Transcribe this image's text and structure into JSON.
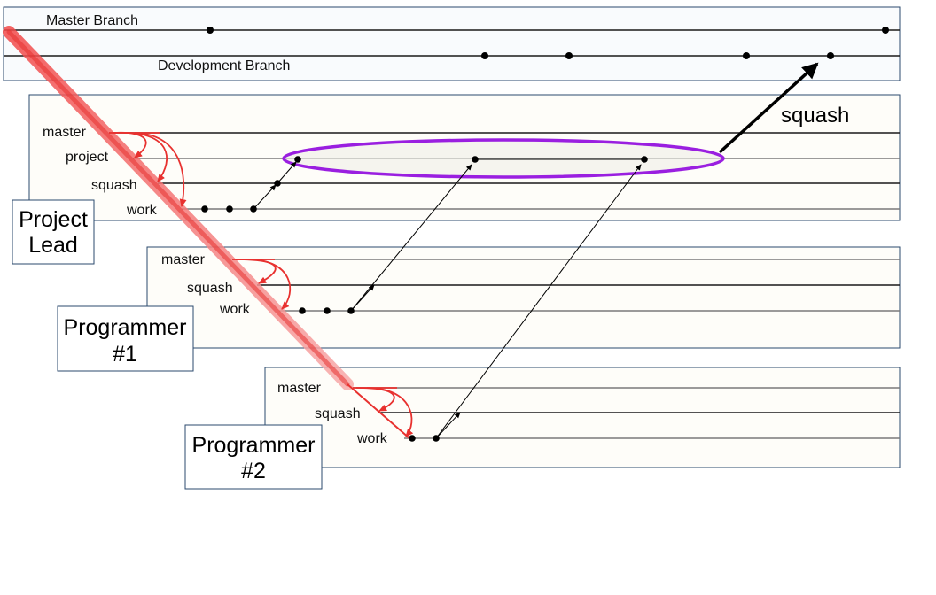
{
  "top": {
    "master_label": "Master Branch",
    "development_label": "Development Branch"
  },
  "project_lead": {
    "branches": [
      "master",
      "project",
      "squash",
      "work"
    ],
    "title_line1": "Project",
    "title_line2": "Lead"
  },
  "programmer1": {
    "branches": [
      "master",
      "squash",
      "work"
    ],
    "title_line1": "Programmer",
    "title_line2": "#1"
  },
  "programmer2": {
    "branches": [
      "master",
      "squash",
      "work"
    ],
    "title_line1": "Programmer",
    "title_line2": "#2"
  },
  "squash_label": "squash",
  "colors": {
    "red": "#e8312f",
    "purple": "#9a1fe0",
    "panel_border": "#2b4a6e"
  }
}
